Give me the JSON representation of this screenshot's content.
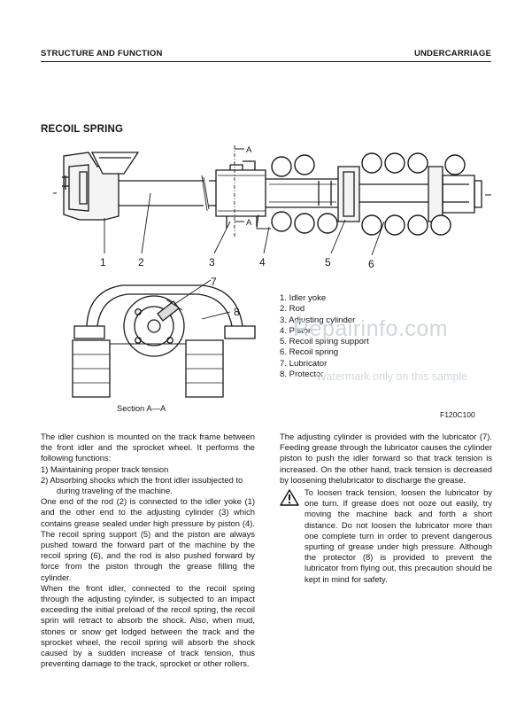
{
  "header": {
    "left": "STRUCTURE AND FUNCTION",
    "right": "UNDERCARRIAGE"
  },
  "section_title": "RECOIL SPRING",
  "drawing": {
    "callouts": [
      "1",
      "2",
      "3",
      "4",
      "5",
      "6"
    ],
    "section_marks": [
      "A",
      "A"
    ],
    "section_callouts": [
      "7",
      "8"
    ],
    "section_caption": "Section A—A",
    "figure_ref": "F120C100"
  },
  "legend": [
    "1.  Idler yoke",
    "2.  Rod",
    "3.  Adjusting cylinder",
    "4.  Piston",
    "5.  Recoil spring support",
    "6.  Recoil spring",
    "7.  Lubricator",
    "8.  Protector"
  ],
  "watermark": {
    "main": "Repairinfo.com",
    "sub": "Watermark only on this sample"
  },
  "left_column": {
    "intro": "The idler cushion is mounted on the track frame between the front idler and the sprocket wheel. It performs the following functions:",
    "item1": "1)  Maintaining proper track tension",
    "item2": "2)  Absorbing shocks which the front idler issubjected to during traveling of the machine.",
    "para2": "One end of the rod (2) is connected to the idler yoke (1) and the other end to the adjusting cylinder (3) which contains grease sealed under high pressure by piston (4). The recoil spring support (5) and the piston are always pushed toward the forward part of the machine by the recoil spring (6), and the rod is also pushed forward by force from the piston through the grease filling the cylinder.",
    "para3": "When the front idler, connected to the recoil spring through the adjusting cylinder, is subjected to an impact exceeding the initial preload of the recoil spring, the recoil sprin will retract to absorb the shock. Also, when mud, stones or snow get lodged between the track and the sprocket wheel, the recoil spring will absorb the shock caused by a sudden increase of track tension, thus preventing damage to the track, sprocket or other rollers."
  },
  "right_column": {
    "para1": "The adjusting cylinder is provided with the lubricator (7). Feeding grease through the lubricator causes the cylinder piston to push the idler forward so that track tension is increased. On the other hand, track tension is decreased by loosening thelubricator to discharge the grease.",
    "caution": "To loosen track tension, loosen the lubricator by one turn. If grease does not ooze out easily, try moving the machine back and forth a short distance. Do not loosen the lubricator more than one complete turn in order to prevent dangerous spurting of grease under high pressure. Although the protector (8) is provided to prevent the lubricator from flying out, this precaution should be kept in mind for safety."
  }
}
